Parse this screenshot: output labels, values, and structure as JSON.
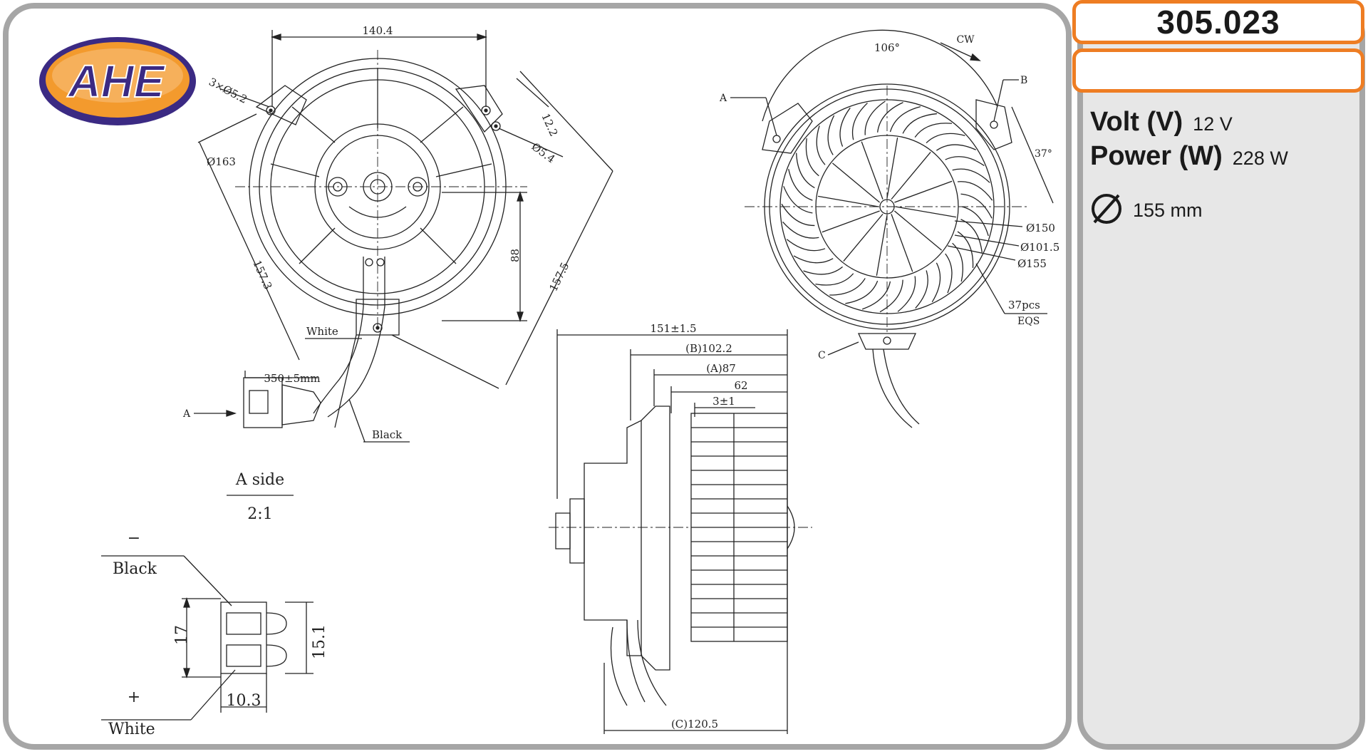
{
  "brand": {
    "logo_text": "AHE"
  },
  "part": {
    "number": "305.023",
    "secondary": ""
  },
  "specs": {
    "volt_label": "Volt (V)",
    "volt_value": "12 V",
    "power_label": "Power (W)",
    "power_value": "228 W",
    "diameter_value": "155 mm"
  },
  "drawing": {
    "dim_width": "140.4",
    "holes": "3×Ø5.2",
    "dia_163": "Ø163",
    "dim_157_3": "157.3",
    "dim_12_2": "12.2",
    "dia_5_4": "Ø5.4",
    "dim_88": "88",
    "dim_157_5": "157.5",
    "white": "White",
    "black": "Black",
    "cable": "350±5mm",
    "a_marker": "A",
    "angle_106": "106°",
    "cw": "CW",
    "label_a": "A",
    "label_b": "B",
    "label_c": "C",
    "angle_37": "37°",
    "dia_150": "Ø150",
    "dia_101_5": "Ø101.5",
    "dia_155": "Ø155",
    "blades": "37pcs",
    "eqs": "EQS",
    "side_151": "151±1.5",
    "side_b": "(B)102.2",
    "side_a": "(A)87",
    "side_62": "62",
    "side_3": "3±1",
    "side_c": "(C)120.5",
    "a_side": "A side",
    "scale": "2:1",
    "conn_black": "Black",
    "conn_minus": "−",
    "conn_17": "17",
    "conn_15_1": "15.1",
    "conn_plus": "+",
    "conn_10_3": "10.3",
    "conn_white": "White"
  },
  "colors": {
    "accent_orange": "#ee7d23",
    "logo_purple": "#3b2a83",
    "logo_orange": "#f39a2d",
    "panel_border": "#a6a6a6",
    "spec_bg": "#e7e7e7"
  }
}
